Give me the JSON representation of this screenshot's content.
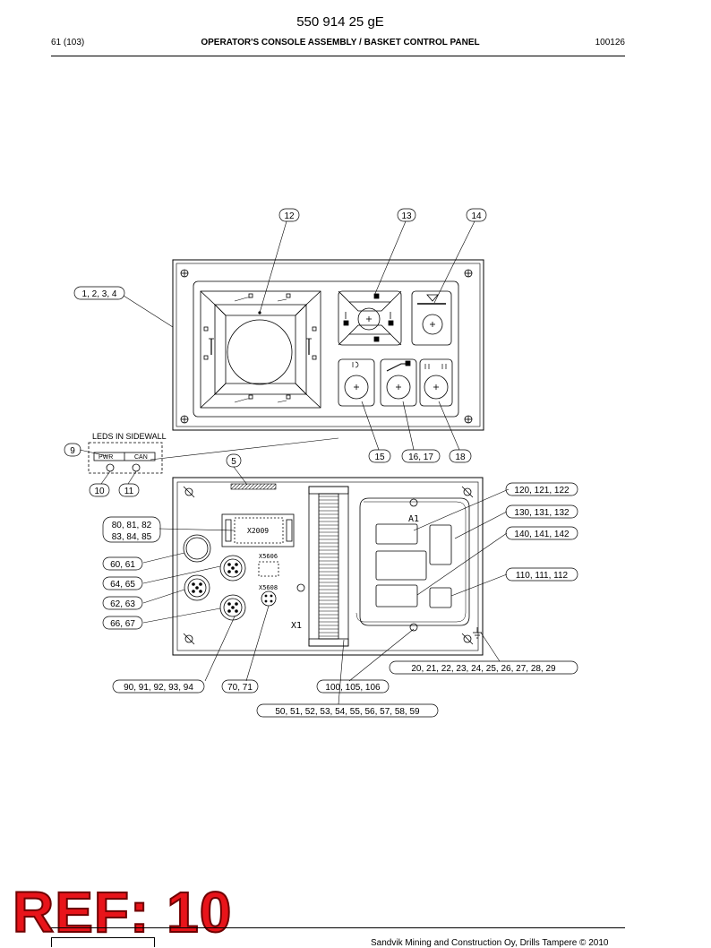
{
  "header": {
    "doc_number": "550 914 25 gE",
    "page": "61 (103)",
    "title": "OPERATOR'S CONSOLE ASSEMBLY / BASKET CONTROL PANEL",
    "code": "100126"
  },
  "drawing": {
    "labels": {
      "leds_in_sidewall": "LEDS IN SIDEWALL",
      "pwr": "PWR",
      "can": "CAN",
      "x2009": "X2009",
      "x5606": "X5606",
      "x5608": "X5608",
      "x1": "X1",
      "a1": "A1"
    },
    "callouts": {
      "c12": "12",
      "c13": "13",
      "c14": "14",
      "c1234": "1, 2, 3, 4",
      "c9": "9",
      "c15": "15",
      "c1617": "16, 17",
      "c18": "18",
      "c5": "5",
      "c10": "10",
      "c11": "11",
      "c120": "120, 121, 122",
      "c130": "130, 131, 132",
      "c140": "140, 141, 142",
      "c80a": "80, 81, 82",
      "c80b": "83, 84, 85",
      "c6061": "60, 61",
      "c6465": "64, 65",
      "c110": "110, 111, 112",
      "c6263": "62, 63",
      "c6667": "66, 67",
      "c20": "20, 21, 22, 23, 24, 25, 26, 27, 28, 29",
      "c90": "90, 91, 92, 93, 94",
      "c7071": "70, 71",
      "c100": "100, 105, 106",
      "c50": "50, 51, 52, 53, 54, 55, 56, 57, 58, 59"
    }
  },
  "stamp": {
    "ref": "REF: 10"
  },
  "footer": {
    "copyright": "Sandvik Mining and Construction Oy, Drills Tampere © 2010"
  }
}
